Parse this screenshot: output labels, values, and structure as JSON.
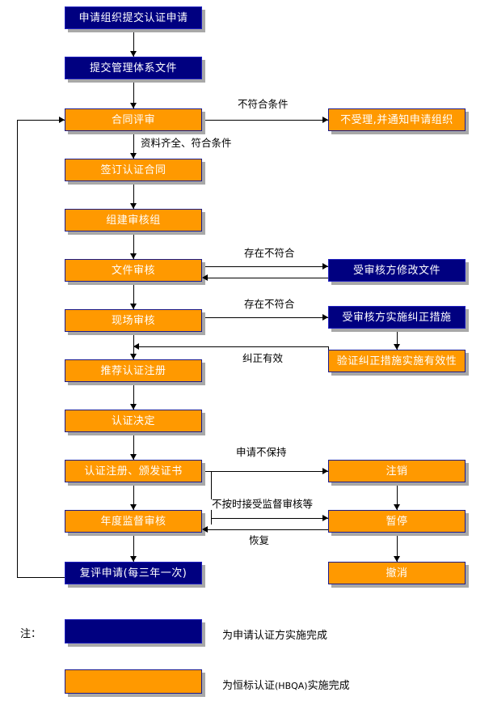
{
  "diagram": {
    "type": "flowchart",
    "title_visible": false,
    "colors": {
      "applicant_box": "#000080",
      "certifier_box": "#FF9900",
      "box_border": "#1a1a8c",
      "box_text": "#FFFFFF",
      "edge": "#000000",
      "shadow": "#a8a8a8",
      "background": "#FFFFFF"
    },
    "nodes": [
      {
        "id": "n1",
        "label": "申请组织提交认证申请",
        "kind": "applicant"
      },
      {
        "id": "n2",
        "label": "提交管理体系文件",
        "kind": "applicant"
      },
      {
        "id": "n3",
        "label": "合同评审",
        "kind": "certifier"
      },
      {
        "id": "n4",
        "label": "不受理,并通知申请组织",
        "kind": "certifier"
      },
      {
        "id": "n5",
        "label": "签订认证合同",
        "kind": "certifier"
      },
      {
        "id": "n6",
        "label": "组建审核组",
        "kind": "certifier"
      },
      {
        "id": "n7",
        "label": "文件审核",
        "kind": "certifier"
      },
      {
        "id": "n8",
        "label": "受审核方修改文件",
        "kind": "applicant"
      },
      {
        "id": "n9",
        "label": "现场审核",
        "kind": "certifier"
      },
      {
        "id": "n10",
        "label": "受审核方实施纠正措施",
        "kind": "applicant"
      },
      {
        "id": "n11",
        "label": "验证纠正措施实施有效性",
        "kind": "certifier"
      },
      {
        "id": "n12",
        "label": "推荐认证注册",
        "kind": "certifier"
      },
      {
        "id": "n13",
        "label": "认证决定",
        "kind": "certifier"
      },
      {
        "id": "n14",
        "label": "认证注册、颁发证书",
        "kind": "certifier"
      },
      {
        "id": "n15",
        "label": "注销",
        "kind": "certifier"
      },
      {
        "id": "n16",
        "label": "年度监督审核",
        "kind": "certifier"
      },
      {
        "id": "n17",
        "label": "暂停",
        "kind": "certifier"
      },
      {
        "id": "n18",
        "label": "复评申请(每三年一次)",
        "kind": "applicant"
      },
      {
        "id": "n19",
        "label": "撤消",
        "kind": "certifier"
      }
    ],
    "edge_labels": [
      {
        "id": "e1",
        "label": "不符合条件",
        "from": "n3",
        "to": "n4"
      },
      {
        "id": "e2",
        "label": "资料齐全、符合条件",
        "from": "n3",
        "to": "n5"
      },
      {
        "id": "e3",
        "label": "存在不符合",
        "from": "n7",
        "to": "n8"
      },
      {
        "id": "e4",
        "label": "存在不符合",
        "from": "n9",
        "to": "n10"
      },
      {
        "id": "e5",
        "label": "纠正有效",
        "from": "n11",
        "to": "n12"
      },
      {
        "id": "e6",
        "label": "申请不保持",
        "from": "n14",
        "to": "n15"
      },
      {
        "id": "e7",
        "label": "不按时接受监督审核等",
        "from": "n14",
        "to": "n17"
      },
      {
        "id": "e8",
        "label": "恢复",
        "from": "n17",
        "to": "n16"
      }
    ]
  },
  "legend": {
    "note_label": "注：",
    "items": [
      {
        "swatch": "navy",
        "text": "为申请认证方实施完成"
      },
      {
        "swatch": "orange",
        "text_before": "为恒标认证",
        "text_small": "(HBQA)",
        "text_after": "实施完成"
      }
    ]
  }
}
